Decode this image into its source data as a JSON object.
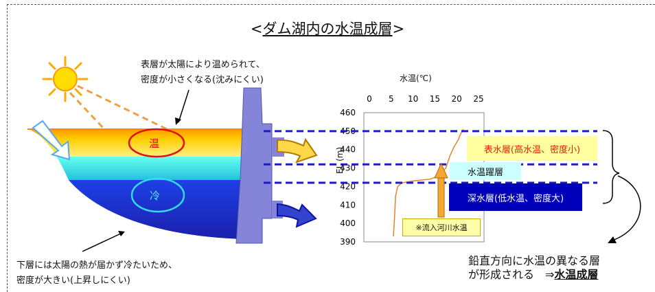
{
  "title": {
    "left_bracket": "<",
    "text": "ダム湖内の水温成層",
    "right_bracket": ">"
  },
  "annotations": {
    "surface_line1": "表層が太陽により温められて、",
    "surface_line2": "密度が小さくなる(沈みにくい)",
    "bottom_line1": "下層には太陽の熱が届かず冷たいため、",
    "bottom_line2": "密度が大きい(上昇しにくい)"
  },
  "reservoir": {
    "warm_label": "温",
    "cold_label": "冷",
    "colors": {
      "warm": "#ffcc00",
      "mid": "#33ccdd",
      "cold": "#1f2fcf",
      "dam": "#8888dd"
    }
  },
  "layer_boxes": {
    "surface": "表水層(高水温、密度小)",
    "thermocline": "水温躍層",
    "deep": "深水層(低水温、密度大)",
    "inflow": "※流入河川水温"
  },
  "conclusion": {
    "line1": "鉛直方向に水温の異なる層",
    "line2_prefix": "が形成される　⇒",
    "line2_emph": "水温成層"
  },
  "chart_data": {
    "type": "line",
    "title": "",
    "xlabel": "水温(℃)",
    "ylabel": "EL (m)",
    "xlim": [
      0,
      25
    ],
    "ylim": [
      390,
      460
    ],
    "xticks": [
      0,
      5,
      10,
      15,
      20,
      25
    ],
    "yticks": [
      390,
      400,
      410,
      420,
      430,
      440,
      450,
      460
    ],
    "series": [
      {
        "x": [
          5.5,
          5.8,
          6.0,
          6.5,
          7.5,
          10,
          14,
          16,
          17.5,
          18.5,
          19.5,
          20.3,
          20.8,
          21.5
        ],
        "y": [
          393,
          405,
          415,
          420,
          422,
          423,
          424,
          426,
          430,
          437,
          442,
          445,
          448,
          451
        ],
        "color": "#e8812a"
      }
    ],
    "inflow_temperature": {
      "x": 17,
      "y_from": 396,
      "y_to": 431
    },
    "layer_boundaries": [
      450,
      432,
      422
    ]
  }
}
